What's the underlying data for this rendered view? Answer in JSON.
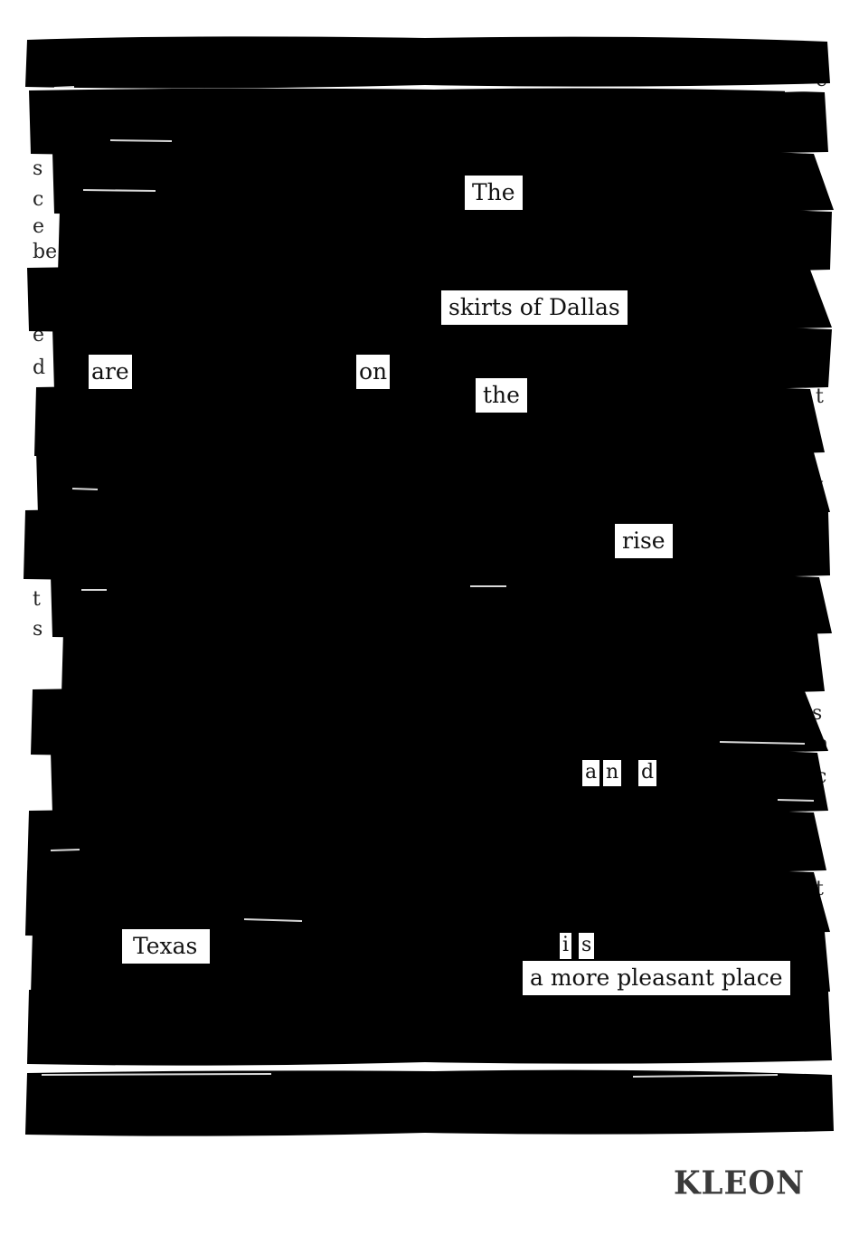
{
  "artwork": {
    "revealed_words": {
      "the": "The",
      "skirts": "skirts of Dallas",
      "are": "are",
      "on": "on",
      "the2": "the",
      "rise": "rise",
      "and_a": "a",
      "and_n": "n",
      "and_d": "d",
      "texas": "Texas",
      "is_i": "i",
      "is_s": "s",
      "place": "a more pleasant place"
    },
    "signature": "KLEON",
    "colors": {
      "ink": "#000000",
      "paper": "#ffffff"
    }
  }
}
